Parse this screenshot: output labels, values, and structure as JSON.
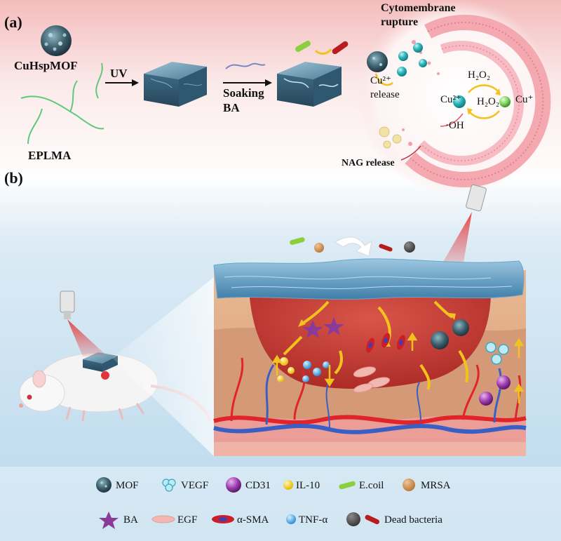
{
  "panel_a": {
    "label": "(a)",
    "mof_label": "CuHspMOF",
    "polymer_label": "EPLMA",
    "uv_label": "UV",
    "soak_label_1": "Soaking",
    "soak_label_2": "BA",
    "rupture_label_1": "Cytomembrane",
    "rupture_label_2": "rupture",
    "cu_release_label": "Cu²⁺",
    "cu_release_label_2": "release",
    "h2o2_top": "H₂O₂",
    "h2o2_bottom": "H₂O₂",
    "cu2_label": "Cu²⁺",
    "cu1_label": "Cu⁺",
    "oh_label": "·OH",
    "nag_label": "NAG release"
  },
  "panel_b": {
    "label": "(b)"
  },
  "legend": {
    "row1": [
      {
        "icon": "mof-particle-icon",
        "label": "MOF"
      },
      {
        "icon": "vegf-icon",
        "label": "VEGF"
      },
      {
        "icon": "cd31-icon",
        "label": "CD31"
      },
      {
        "icon": "il10-icon",
        "label": "IL-10"
      },
      {
        "icon": "ecoli-icon",
        "label": "E.coil"
      },
      {
        "icon": "mrsa-icon",
        "label": "MRSA"
      }
    ],
    "row2": [
      {
        "icon": "ba-star-icon",
        "label": "BA"
      },
      {
        "icon": "egf-icon",
        "label": "EGF"
      },
      {
        "icon": "asma-icon",
        "label": "α-SMA"
      },
      {
        "icon": "tnf-icon",
        "label": "TNF-α"
      },
      {
        "icon": "dead-bacteria-icon",
        "label": "Dead bacteria"
      }
    ]
  },
  "colors": {
    "top_gradient": "#f6c9c9",
    "bottom_background": "#c6e0f0",
    "gel_blue": "#4a86b8",
    "wound_red": "#c23a33",
    "skin_tan": "#d6a07f",
    "membrane_pink": "#f2a6ae",
    "cu_ion": "#27b3b8",
    "arrow_yellow": "#f2c21d",
    "vessel_red": "#e0242a",
    "vessel_blue": "#3a5fc4"
  }
}
